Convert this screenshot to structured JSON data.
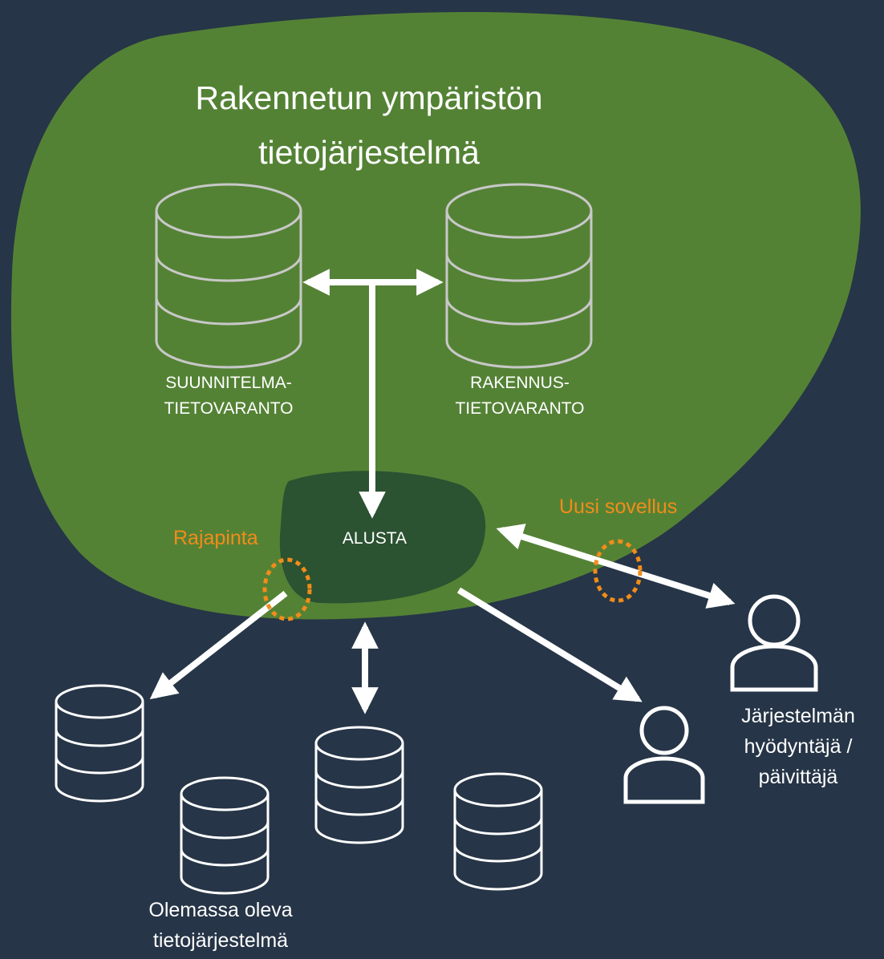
{
  "colors": {
    "background": "#263547",
    "environment_blob": "#548235",
    "platform_blob": "#2b5231",
    "accent_orange": "#f28c1a",
    "icon_stroke_white": "#ffffff",
    "icon_stroke_grey": "#c8c8c8"
  },
  "title": {
    "line1": "Rakennetun ympäristön",
    "line2": "tietojärjestelmä"
  },
  "databases": {
    "plan": {
      "line1": "SUUNNITELMA-",
      "line2": "TIETOVARANTO",
      "icon": "database-icon"
    },
    "building": {
      "line1": "RAKENNUS-",
      "line2": "TIETOVARANTO",
      "icon": "database-icon"
    }
  },
  "platform": {
    "label": "ALUSTA"
  },
  "interface": {
    "label": "Rajapinta"
  },
  "new_app": {
    "label": "Uusi sovellus"
  },
  "user": {
    "line1": "Järjestelmän",
    "line2": "hyödyntäjä /",
    "line3": "päivittäjä",
    "icon": "user-icon"
  },
  "existing_system": {
    "line1": "Olemassa oleva",
    "line2": "tietojärjestelmä",
    "icon": "database-icon"
  }
}
